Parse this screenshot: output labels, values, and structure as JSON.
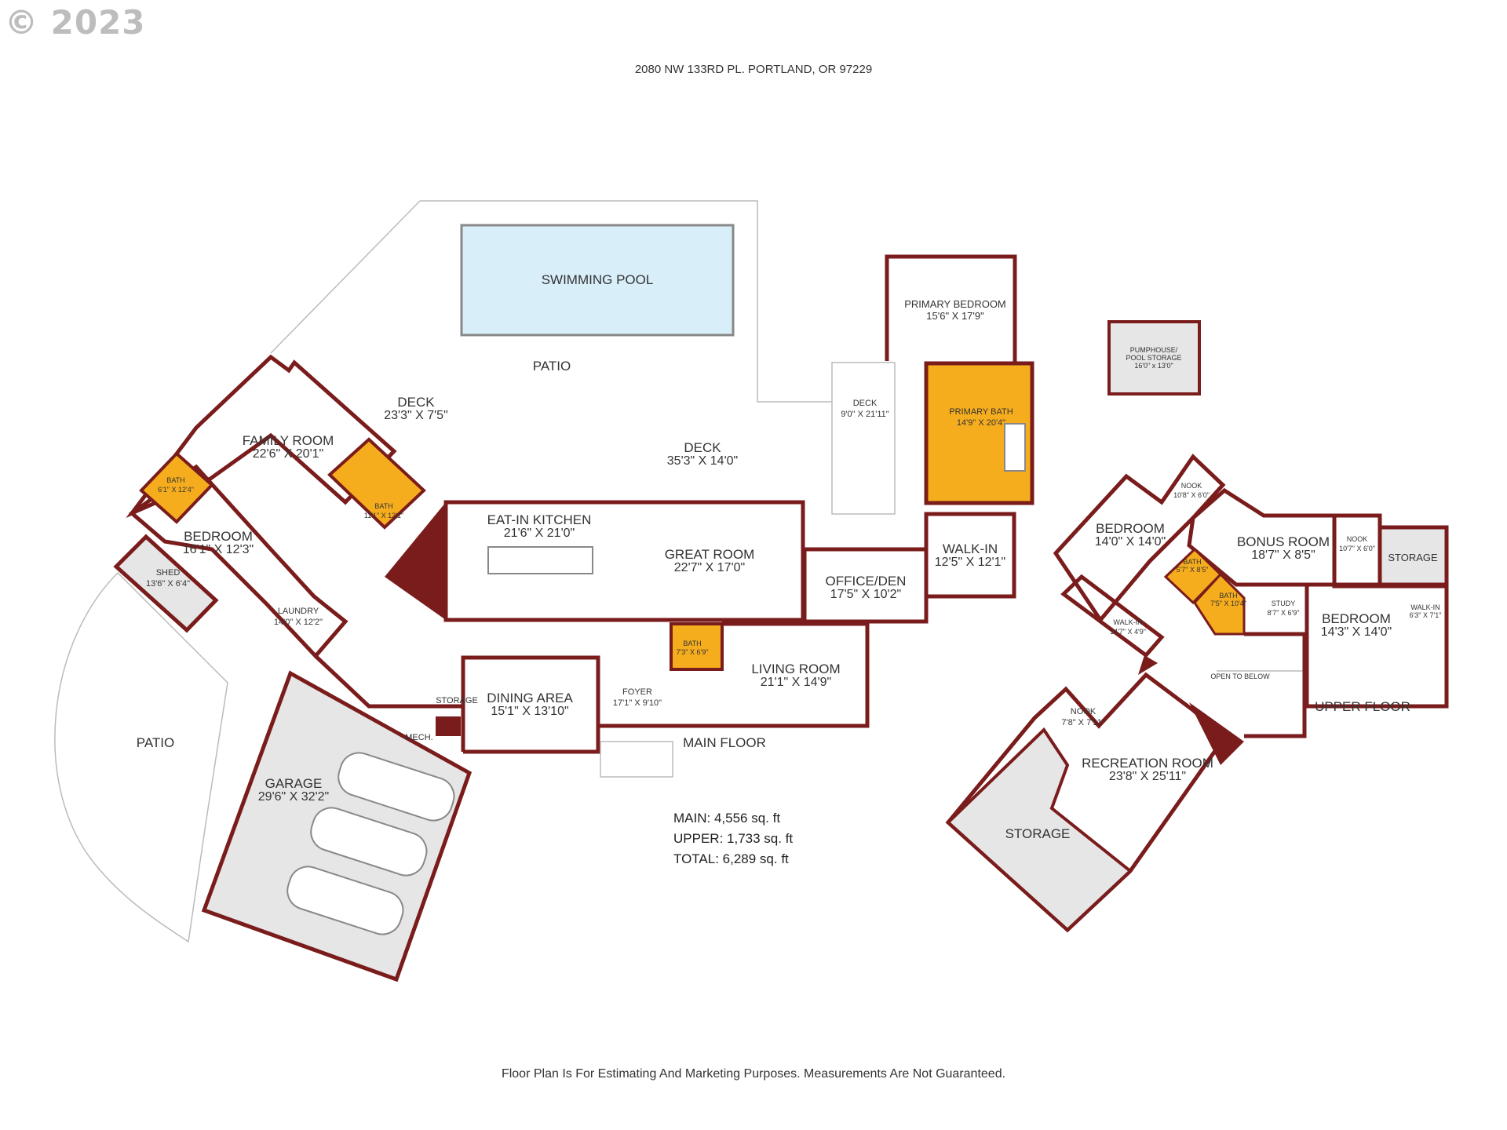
{
  "copyright": "© 2023",
  "address": "2080 NW 133RD PL. PORTLAND, OR 97229",
  "disclaimer": "Floor Plan Is For Estimating And Marketing Purposes. Measurements Are Not Guaranteed.",
  "totals": {
    "main": "MAIN: 4,556 sq. ft",
    "upper": "UPPER: 1,733 sq. ft",
    "total": "TOTAL: 6,289 sq. ft"
  },
  "floors": {
    "main": "MAIN FLOOR",
    "upper": "UPPER FLOOR"
  },
  "colors": {
    "wall": "#7a1c1c",
    "bath": "#f5ad1e",
    "pool": "#d8eef9",
    "garage": "#e6e6e6"
  },
  "rooms": {
    "pool": {
      "name": "SWIMMING POOL"
    },
    "patio_top": {
      "name": "PATIO"
    },
    "patio_left": {
      "name": "PATIO"
    },
    "deck_left": {
      "name": "DECK",
      "dim": "23'3\" X 7'5\""
    },
    "deck_main": {
      "name": "DECK",
      "dim": "35'3\" X 14'0\""
    },
    "deck_right": {
      "name": "DECK",
      "dim": "9'0\" X 21'11\""
    },
    "primary_bed": {
      "name": "PRIMARY BEDROOM",
      "dim": "15'6\" X 17'9\""
    },
    "primary_bath": {
      "name": "PRIMARY BATH",
      "dim": "14'9\" X 20'4\""
    },
    "pumphouse": {
      "name1": "PUMPHOUSE/",
      "name2": "POOL STORAGE",
      "dim": "16'0\" x 13'0\""
    },
    "family": {
      "name": "FAMILY ROOM",
      "dim": "22'6\" X 20'1\""
    },
    "bath_a": {
      "name": "BATH",
      "dim": "6'1\" X 12'4\""
    },
    "bath_b": {
      "name": "BATH",
      "dim": "11'1\" X 12'1\""
    },
    "bedroom_main": {
      "name": "BEDROOM",
      "dim": "16'1\" X 12'3\""
    },
    "shed": {
      "name": "SHED",
      "dim": "13'6\" X 6'4\""
    },
    "laundry": {
      "name": "LAUNDRY",
      "dim": "14'0\" X 12'2\""
    },
    "kitchen": {
      "name": "EAT-IN KITCHEN",
      "dim": "21'6\" X 21'0\""
    },
    "great": {
      "name": "GREAT ROOM",
      "dim": "22'7\" X 17'0\""
    },
    "walkin_main": {
      "name": "WALK-IN",
      "dim": "12'5\" X 12'1\""
    },
    "office": {
      "name": "OFFICE/DEN",
      "dim": "17'5\" X 10'2\""
    },
    "bath_c": {
      "name": "BATH",
      "dim": "7'3\" X 6'9\""
    },
    "living": {
      "name": "LIVING ROOM",
      "dim": "21'1\" X 14'9\""
    },
    "dining": {
      "name": "DINING AREA",
      "dim": "15'1\" X 13'10\""
    },
    "foyer": {
      "name": "FOYER",
      "dim": "17'1\" X 9'10\""
    },
    "storage_main": {
      "name": "STORAGE"
    },
    "mech": {
      "name": "MECH."
    },
    "garage": {
      "name": "GARAGE",
      "dim": "29'6\" X 32'2\""
    },
    "bedroom_up1": {
      "name": "BEDROOM",
      "dim": "14'0\" X 14'0\""
    },
    "nook_a": {
      "name": "NOOK",
      "dim": "10'8\" X 6'0\""
    },
    "bonus": {
      "name": "BONUS ROOM",
      "dim": "18'7\" X 8'5\""
    },
    "nook_b": {
      "name": "NOOK",
      "dim": "10'7\" X 6'0\""
    },
    "storage_up": {
      "name": "STORAGE"
    },
    "bath_d": {
      "name": "BATH",
      "dim": "5'7\" X 8'5\""
    },
    "bath_e": {
      "name": "BATH",
      "dim": "7'5\" X 10'4\""
    },
    "study": {
      "name": "STUDY",
      "dim": "8'7\" X 6'9\""
    },
    "bedroom_up2": {
      "name": "BEDROOM",
      "dim": "14'3\" X 14'0\""
    },
    "walkin_up1": {
      "name": "WALK-IN",
      "dim": "14'7\" X 4'9\""
    },
    "walkin_up2": {
      "name": "WALK-IN",
      "dim": "6'3\" X 7'1\""
    },
    "open_below": {
      "name": "OPEN TO BELOW"
    },
    "nook_c": {
      "name": "NOOK",
      "dim": "7'8\" X 7'11\""
    },
    "recreation": {
      "name": "RECREATION ROOM",
      "dim": "23'8\" X 25'11\""
    },
    "storage_rec": {
      "name": "STORAGE"
    }
  }
}
